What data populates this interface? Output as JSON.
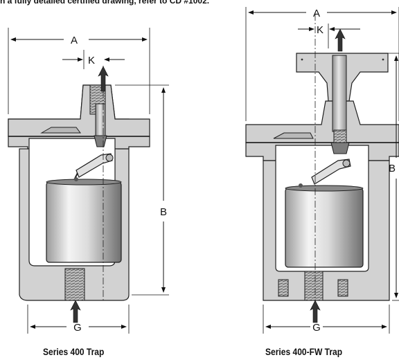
{
  "header_text": "n a fully detailed certified drawing, refer to CD #1002.",
  "left_trap": {
    "caption": "Series 400 Trap",
    "dims": {
      "a": "A",
      "k": "K",
      "b": "B",
      "g": "G"
    }
  },
  "right_trap": {
    "caption": "Series 400-FW Trap",
    "dims": {
      "a": "A",
      "k": "K",
      "b": "B",
      "g": "G"
    }
  },
  "colors": {
    "body": "#d2d2d2",
    "body_dark": "#9a9a9a",
    "outline": "#1e1e1e",
    "cavity": "#ffffff",
    "bucket_light": "#eeeeee",
    "bucket_dark": "#7d7d7d"
  }
}
